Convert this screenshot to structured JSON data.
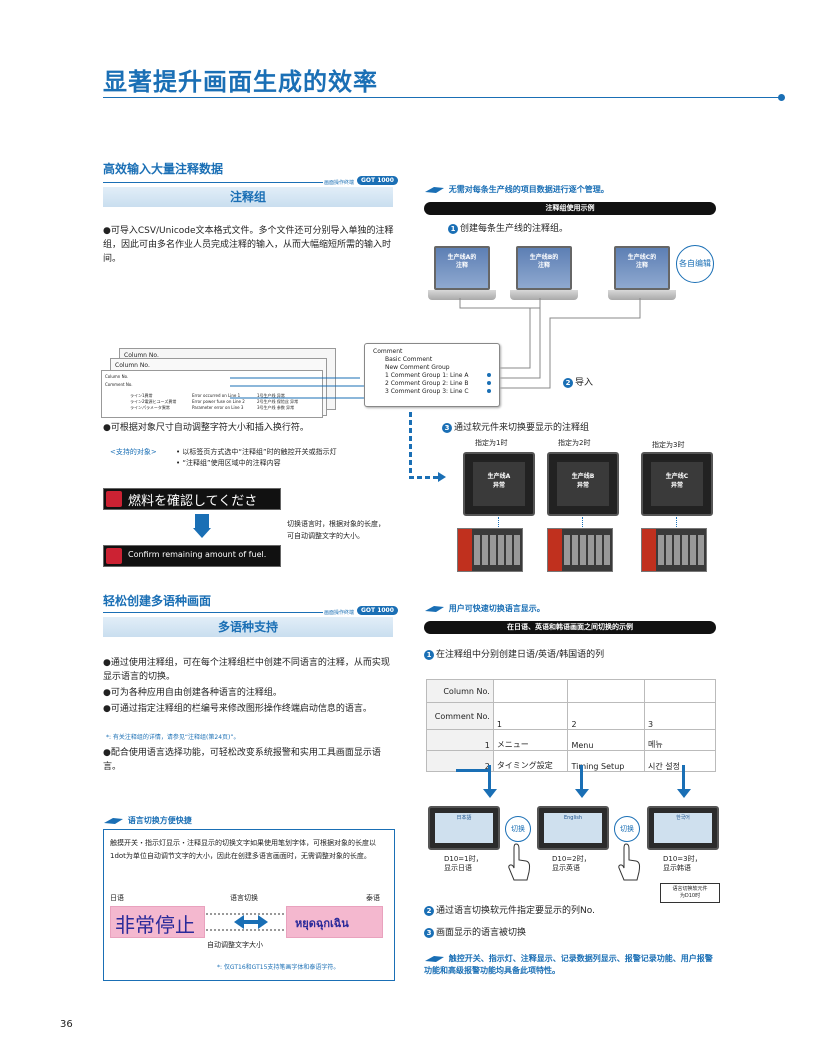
{
  "page": {
    "title": "显著提升画面生成的效率",
    "page_number": "36"
  },
  "left_section1": {
    "heading": "高效输入大量注释数据",
    "ref_label": "画面操作终端",
    "ref_pill": "GOT 1000",
    "band_title": "注释组",
    "bullet1": "●可导入CSV/Unicode文本格式文件。多个文件还可分别导入单独的注释组，因此可由多名作业人员完成注释的输入，从而大幅缩短所需的输入时间。",
    "bullet2": "●可根据对象尺寸自动调整字符大小和插入换行符。",
    "support_label": "<支持的对象>",
    "support1": "•  以标签页方式选中“注释组”时的触控开关或指示灯",
    "support2": "•  “注释组”使用区域中的注释内容",
    "jp_msg": "燃料を確認してください。",
    "en_msg": "Confirm remaining amount of fuel.",
    "resize_note1": "切换语言时，根据对象的长度，",
    "resize_note2": "可自动调整文字的大小。",
    "mini_table": {
      "col_label": "Column No.",
      "comment_label": "Comment No.",
      "rows": [
        "ライン1異常",
        "ライン2電源ヒユーズ異常",
        "ラインパラメータ異常"
      ],
      "col_en": [
        "Error occurred on Line 1",
        "Error power fuse on Line 2",
        "Parameter error on Line 3"
      ],
      "col_cn": [
        "1号生产线 异常",
        "2号生产线 保险丝 异常",
        "3号生产线 参数 异常"
      ]
    }
  },
  "right_section1": {
    "hint": "无需对每条生产线的项目数据进行逐个管理。",
    "bar": "注释组使用示例",
    "step1": "创建每条生产线的注释组。",
    "laptops": [
      "生产线A的\n注释",
      "生产线B的\n注释",
      "生产线C的\n注释"
    ],
    "edit_label": "各自编辑",
    "tree": {
      "root": "Comment",
      "items": [
        "Basic Comment",
        "New Comment Group",
        "1 Comment Group 1: Line A",
        "2 Comment Group 2: Line B",
        "3 Comment Group 3: Line C"
      ]
    },
    "step2": "导入",
    "step3": "通过软元件来切换要显示的注释组",
    "specs": [
      "指定为1时",
      "指定为2时",
      "指定为3时"
    ],
    "monitors": [
      "生产线A\n异常",
      "生产线B\n异常",
      "生产线C\n异常"
    ]
  },
  "left_section2": {
    "heading": "轻松创建多语种画面",
    "ref_label": "画面操作终端",
    "ref_pill": "GOT 1000",
    "band_title": "多语种支持",
    "b1": "●通过使用注释组，可在每个注释组栏中创建不同语言的注释，从而实现显示语言的切换。",
    "b2": "●可为各种应用自由创建各种语言的注释组。",
    "b3": "●可通过指定注释组的栏编号来修改图形操作终端启动信息的语言。",
    "note": "*: 有关注释组的详情，请参见“注释组(第24页)”。",
    "b4": "●配合使用语言选择功能，可轻松改变系统报警和实用工具画面显示语言。",
    "box_hint": "语言切换方便快捷",
    "box_text": "触摸开关・指示灯显示・注释显示的切换文字如果使用笔划字体，可根据对象的长度以1dot为单位自动调节文字的大小，因此在创建多语言画面时，无需调整对象的长度。",
    "lang_jp": "日语",
    "lang_switch": "语言切换",
    "lang_th": "泰语",
    "jp_big": "非常停止",
    "th_big": "หยุดฉุกเฉิน",
    "auto_size": "自动调整文字大小",
    "foot_note": "*: 仅GT16和GT15支持笔画字体和泰语字符。"
  },
  "right_section2": {
    "hint": "用户可快速切换语言显示。",
    "bar": "在日语、英语和韩语画面之间切换的示例",
    "step1": "在注释组中分别创建日语/英语/韩国语的列",
    "table": {
      "col_label": "Column No.",
      "comment_label": "Comment No.",
      "cols": [
        "1",
        "2",
        "3"
      ],
      "rows": [
        {
          "no": "1",
          "c1": "メニュー",
          "c2": "Menu",
          "c3": "메뉴"
        },
        {
          "no": "2",
          "c1": "タイミング設定",
          "c2": "Timing Setup",
          "c3": "시간 설정"
        }
      ]
    },
    "screens": [
      "日本語",
      "English",
      "한국어"
    ],
    "switch_label": "切换",
    "captions": [
      "D10=1时，\n显示日语",
      "D10=2时，\n显示英语",
      "D10=3时，\n显示韩语"
    ],
    "switch_device": "语言切换软元件\n为D10时",
    "step2": "通过语言切换软元件指定要显示的列No.",
    "step3": "画面显示的语言被切换",
    "final_hint": "触控开关、指示灯、注释显示、记录数据列显示、报警记录功能、用户报警功能和高级报警功能均具备此项特性。"
  },
  "colors": {
    "accent": "#1a6fb5",
    "alarm_red": "#e0352b",
    "plc_red": "#c0301e"
  }
}
